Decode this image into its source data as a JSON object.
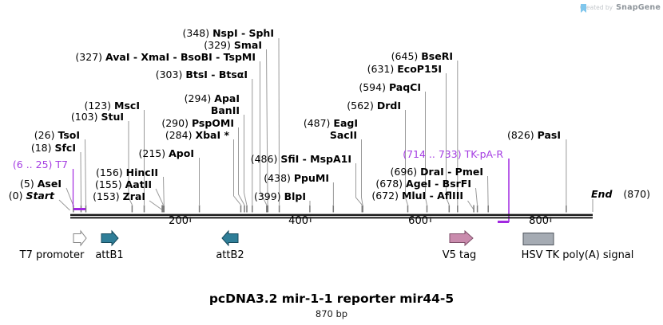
{
  "watermark": {
    "created_by": "Created by",
    "brand": "SnapGene"
  },
  "title": {
    "name": "pcDNA3.2 mir-1-1 reporter mir44-5",
    "length": "870 bp"
  },
  "map": {
    "start": {
      "pos": "(0)",
      "label": "Start"
    },
    "end": {
      "label": "End",
      "pos": "(870)"
    },
    "ruler": [
      "200",
      "400",
      "600",
      "800"
    ]
  },
  "sites": [
    {
      "pos": "(348)",
      "name": "NspI - SphI"
    },
    {
      "pos": "(329)",
      "name": "SmaI"
    },
    {
      "pos": "(327)",
      "name": "AvaI - XmaI - BsoBI - TspMI"
    },
    {
      "pos": "(303)",
      "name": "BtsI - BtsαI"
    },
    {
      "pos": "(645)",
      "name": "BseRI"
    },
    {
      "pos": "(631)",
      "name": "EcoP15I"
    },
    {
      "pos": "(594)",
      "name": "PaqCI"
    },
    {
      "pos": "(562)",
      "name": "DrdI"
    },
    {
      "pos": "(123)",
      "name": "MscI"
    },
    {
      "pos": "(294)",
      "name": "ApaI"
    },
    {
      "pos": "",
      "name": "BanII"
    },
    {
      "pos": "(103)",
      "name": "StuI"
    },
    {
      "pos": "(290)",
      "name": "PspOMI"
    },
    {
      "pos": "(284)",
      "name": "XbaI *"
    },
    {
      "pos": "(26)",
      "name": "TsoI"
    },
    {
      "pos": "(18)",
      "name": "SfcI"
    },
    {
      "pos": "(215)",
      "name": "ApoI"
    },
    {
      "pos": "(156)",
      "name": "HincII"
    },
    {
      "pos": "(155)",
      "name": "AatII"
    },
    {
      "pos": "(5)",
      "name": "AseI"
    },
    {
      "pos": "(153)",
      "name": "ZraI"
    },
    {
      "pos": "(487)",
      "name": "EagI"
    },
    {
      "pos": "",
      "name": "SacII"
    },
    {
      "pos": "(486)",
      "name": "SfiI - MspA1I"
    },
    {
      "pos": "(438)",
      "name": "PpuMI"
    },
    {
      "pos": "(399)",
      "name": "BlpI"
    },
    {
      "pos": "(696)",
      "name": "DraI - PmeI"
    },
    {
      "pos": "(678)",
      "name": "AgeI - BsrFI"
    },
    {
      "pos": "(672)",
      "name": "MluI - AflIII"
    },
    {
      "pos": "(826)",
      "name": "PasI"
    }
  ],
  "primers": [
    {
      "pos": "(6 .. 25)",
      "name": "T7"
    },
    {
      "pos": "(714 .. 733)",
      "name": "TK-pA-R"
    }
  ],
  "features": [
    {
      "label": "T7 promoter"
    },
    {
      "label": "attB1"
    },
    {
      "label": "attB2"
    },
    {
      "label": "V5 tag"
    },
    {
      "label": "HSV TK poly(A) signal"
    }
  ],
  "colors": {
    "primer_purple": "#A43CE2",
    "feature_teal": "#2F7E98",
    "feature_pink": "#C98BAD",
    "feature_gray": "#A5ABB3",
    "backbone_black": "#1a1a1a"
  }
}
